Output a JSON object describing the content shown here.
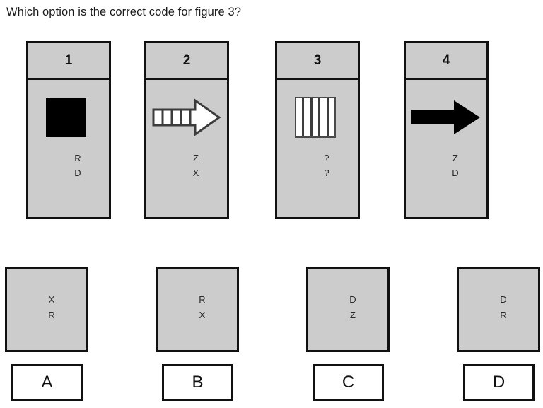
{
  "question": {
    "text": "Which option is the correct code for figure 3?"
  },
  "figures": {
    "items": [
      {
        "number": "1",
        "glyph": "black-square",
        "codes": [
          "R",
          "D"
        ]
      },
      {
        "number": "2",
        "glyph": "striped-arrow-right",
        "codes": [
          "Z",
          "X"
        ]
      },
      {
        "number": "3",
        "glyph": "striped-square",
        "codes": [
          "?",
          "?"
        ]
      },
      {
        "number": "4",
        "glyph": "black-arrow-right",
        "codes": [
          "Z",
          "D"
        ]
      }
    ]
  },
  "options": {
    "items": [
      {
        "label": "A",
        "codes": [
          "X",
          "R"
        ]
      },
      {
        "label": "B",
        "codes": [
          "R",
          "X"
        ]
      },
      {
        "label": "C",
        "codes": [
          "D",
          "Z"
        ]
      },
      {
        "label": "D",
        "codes": [
          "D",
          "R"
        ]
      }
    ]
  },
  "colors": {
    "panel_fill": "#cccccc",
    "panel_border": "#111111",
    "glyph_black": "#000000",
    "glyph_white": "#ffffff",
    "page_background": "#ffffff",
    "text": "#1a1a1a"
  }
}
